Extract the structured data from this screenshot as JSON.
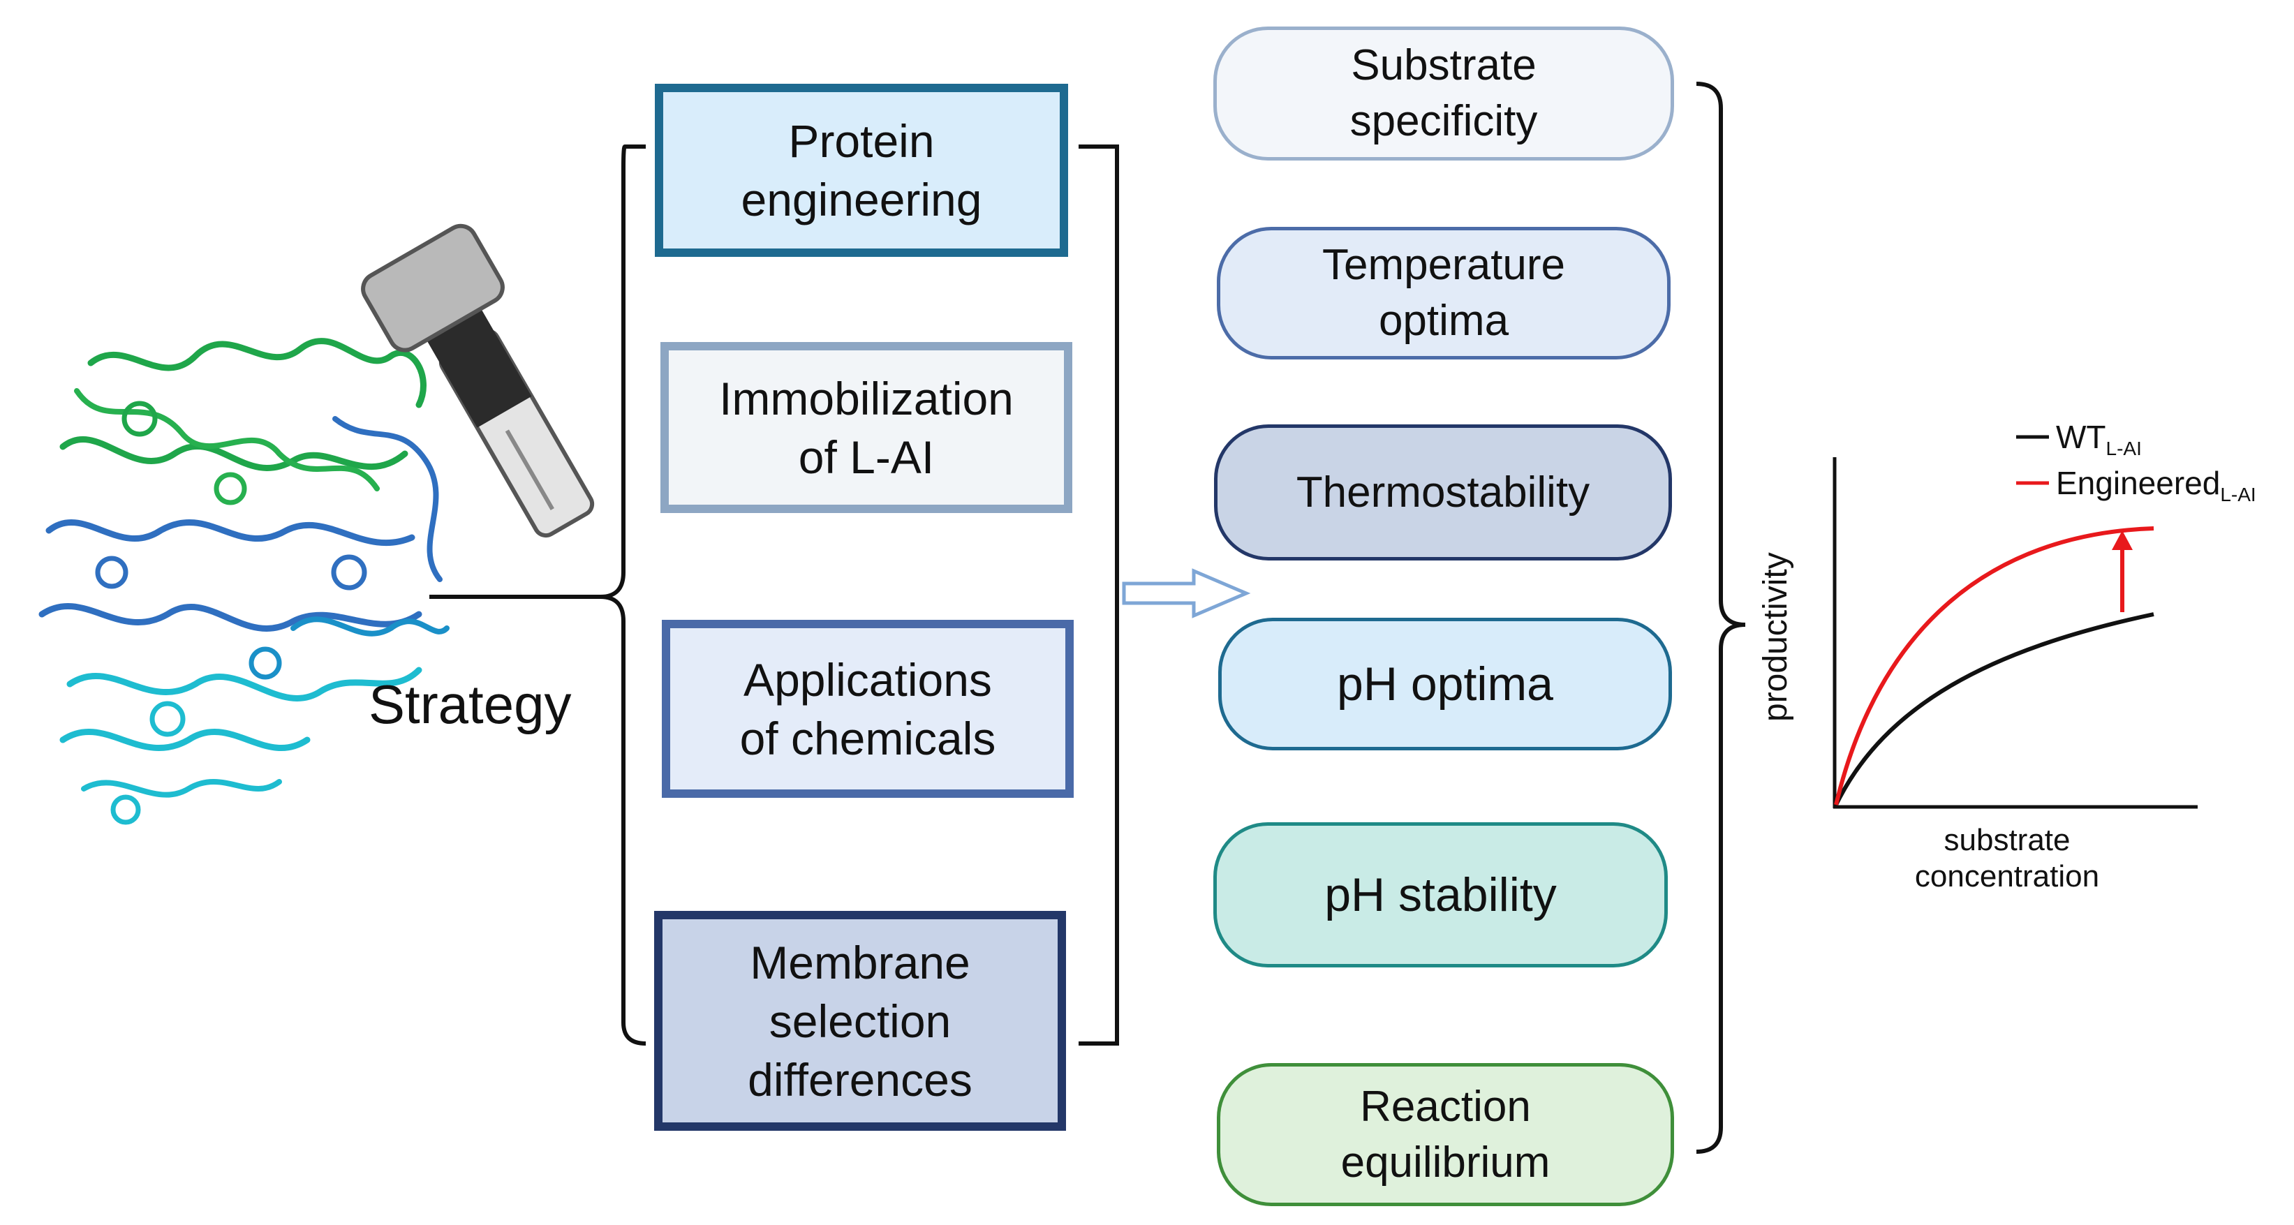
{
  "strategy_label": "Strategy",
  "strategies": [
    {
      "line1": "Protein",
      "line2": "engineering"
    },
    {
      "line1": "Immobilization",
      "line2": "of L-AI"
    },
    {
      "line1": "Applications",
      "line2": "of chemicals"
    },
    {
      "line1": "Membrane",
      "line2": "selection",
      "line3": "differences"
    }
  ],
  "properties": [
    {
      "line1": "Substrate",
      "line2": "specificity"
    },
    {
      "line1": "Temperature",
      "line2": "optima"
    },
    {
      "line1": "Thermostability"
    },
    {
      "line1": "pH optima"
    },
    {
      "line1": "pH stability"
    },
    {
      "line1": "Reaction",
      "line2": "equilibrium"
    }
  ],
  "graph": {
    "ylabel": "productivity",
    "xlabel_line1": "substrate",
    "xlabel_line2": "concentration",
    "legend": [
      {
        "name": "WT",
        "sub": "L-AI",
        "color": "#111111"
      },
      {
        "name": "Engineered",
        "sub": "L-AI",
        "color": "#e8191c"
      }
    ]
  },
  "colors": {
    "protein_green": "#1fa64a",
    "protein_blue": "#2f6fc0",
    "protein_cyan": "#1ebcd0",
    "arrow_outline": "#7ea6d6"
  }
}
